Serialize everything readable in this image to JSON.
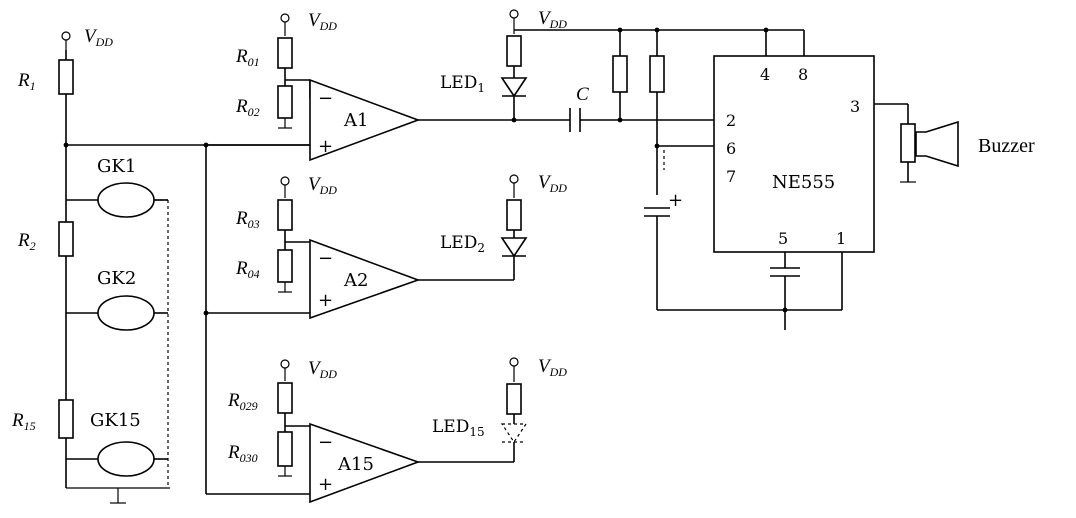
{
  "labels": {
    "vdd": "V",
    "vdd_sub": "DD",
    "r_main": "R",
    "r1_sub": "1",
    "r2_sub": "2",
    "r15_sub": "15",
    "r01_sub": "01",
    "r02_sub": "02",
    "r03_sub": "03",
    "r04_sub": "04",
    "r029_sub": "029",
    "r030_sub": "030",
    "gk1": "GK1",
    "gk2": "GK2",
    "gk15": "GK15",
    "a1": "A1",
    "a2": "A2",
    "a15": "A15",
    "led": "LED",
    "led1_sub": "1",
    "led2_sub": "2",
    "led15_sub": "15",
    "cap_c": "C",
    "ne555": "NE555",
    "buzzer": "Buzzer",
    "minus": "−",
    "plus": "+",
    "cap_plus": "+",
    "pins": {
      "p4": "4",
      "p8": "8",
      "p3": "3",
      "p2": "2",
      "p6": "6",
      "p7": "7",
      "p5": "5",
      "p1": "1"
    }
  }
}
